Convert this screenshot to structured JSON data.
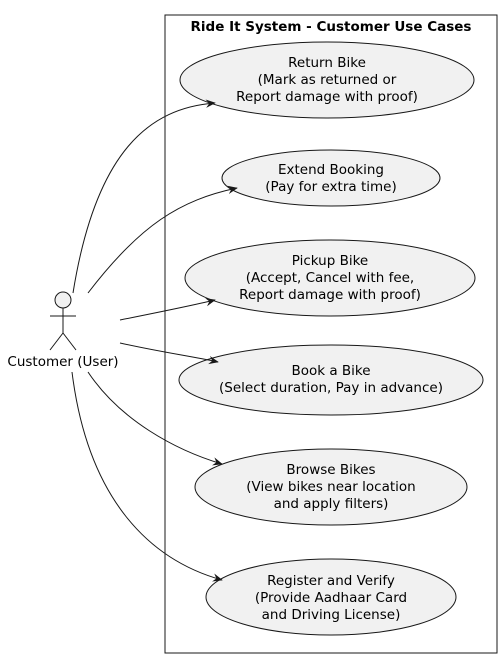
{
  "system": {
    "title": "Ride It System - Customer Use Cases"
  },
  "actor": {
    "label": "Customer (User)"
  },
  "use_cases": [
    {
      "id": "return-bike",
      "lines": [
        "Return Bike",
        "(Mark as returned or",
        "Report damage with proof)"
      ]
    },
    {
      "id": "extend-booking",
      "lines": [
        "Extend Booking",
        "(Pay for extra time)"
      ]
    },
    {
      "id": "pickup-bike",
      "lines": [
        "Pickup Bike",
        "(Accept, Cancel with fee,",
        "Report damage with proof)"
      ]
    },
    {
      "id": "book-bike",
      "lines": [
        "Book a Bike",
        "(Select duration, Pay in advance)"
      ]
    },
    {
      "id": "browse-bikes",
      "lines": [
        "Browse Bikes",
        "(View bikes near location",
        "and apply filters)"
      ]
    },
    {
      "id": "register-verify",
      "lines": [
        "Register and Verify",
        "(Provide Aadhaar Card",
        "and Driving License)"
      ]
    }
  ],
  "colors": {
    "fill": "#f1f1f1",
    "stroke": "#181818",
    "line": "#181818"
  }
}
